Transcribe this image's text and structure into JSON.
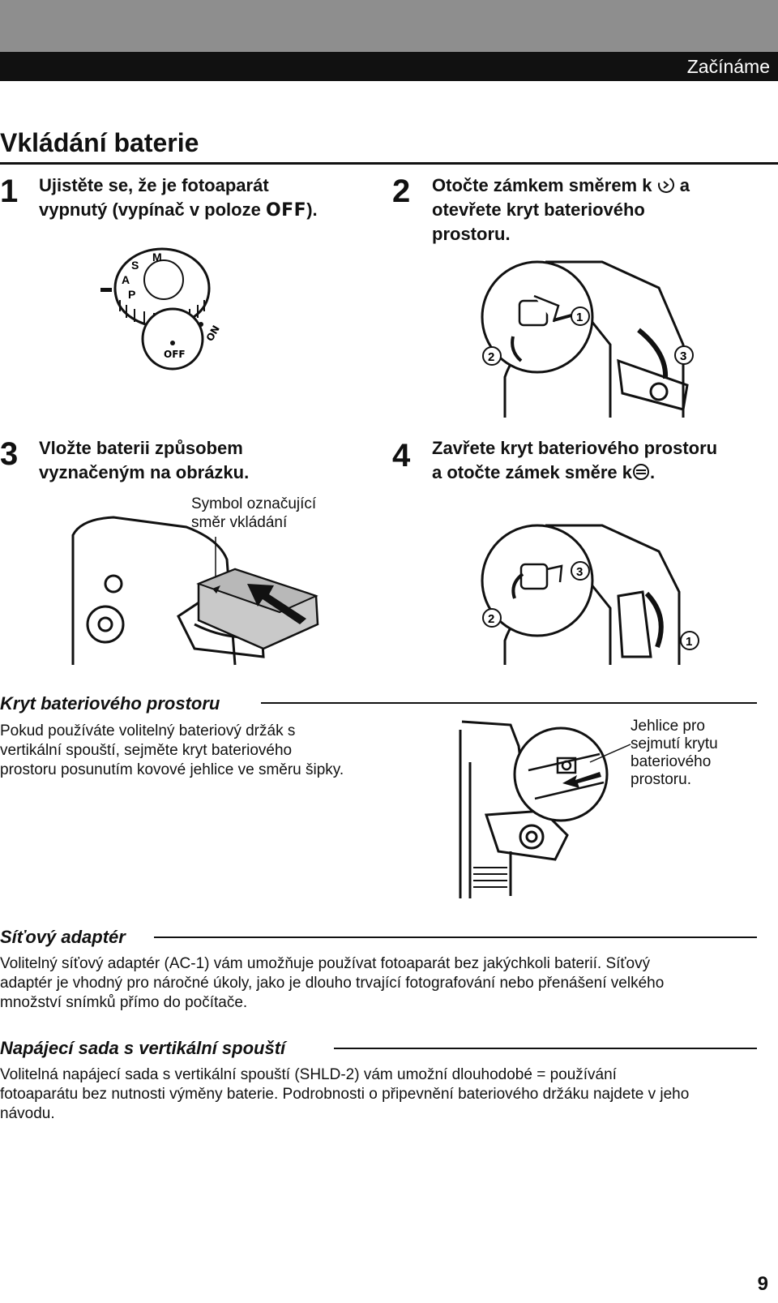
{
  "header": {
    "section": "Začínáme"
  },
  "page": {
    "title": "Vkládání baterie",
    "number": "9"
  },
  "steps": [
    {
      "num": "1",
      "line1": "Ujistěte se, že je fotoaparát",
      "line2_pre": "vypnutý (vypínač v poloze ",
      "off_word": "OFF",
      "line2_post": ")."
    },
    {
      "num": "2",
      "line1_pre": "Otočte zámkem směrem k ",
      "line1_post": " a",
      "line2": "otevřete kryt bateriového",
      "line3": "prostoru."
    },
    {
      "num": "3",
      "line1": "Vložte baterii způsobem",
      "line2": "vyznačeným na obrázku."
    },
    {
      "num": "4",
      "line1": "Zavřete kryt bateriového prostoru",
      "line2_pre": "a otočte zámek směre k",
      "line2_post": "."
    }
  ],
  "illustrations": {
    "dial": {
      "letters": [
        "M",
        "S",
        "A",
        "P"
      ],
      "off_label": "OFF",
      "on_label": "ON"
    },
    "step2_callouts": [
      "1",
      "2",
      "3"
    ],
    "step4_callouts": [
      "1",
      "2",
      "3"
    ],
    "step3_label_line1": "Symbol označující",
    "step3_label_line2": "směr vkládání",
    "cover_label": [
      "Jehlice pro",
      "sejmutí krytu",
      "bateriového",
      "prostoru."
    ]
  },
  "sections": [
    {
      "heading": "Kryt bateriového prostoru",
      "lines": [
        "Pokud používáte volitelný bateriový držák s",
        "vertikální spouští, sejměte kryt bateriového",
        "prostoru posunutím kovové jehlice ve směru šipky."
      ]
    },
    {
      "heading": "Síťový adaptér",
      "lines": [
        "Volitelný síťový adaptér (AC-1) vám umožňuje používat fotoaparát bez jakýchkoli baterií. Síťový",
        "adaptér je vhodný pro náročné úkoly, jako je dlouho trvající fotografování nebo přenášení velkého",
        "množství snímků přímo do počítače."
      ]
    },
    {
      "heading": "Napájecí sada s vertikální spouští",
      "lines": [
        "Volitelná napájecí sada s vertikální spouští (SHLD-2) vám umožní dlouhodobé = používání",
        "fotoaparátu bez nutnosti výměny baterie. Podrobnosti o připevnění bateriového držáku najdete v jeho",
        "návodu."
      ]
    }
  ]
}
